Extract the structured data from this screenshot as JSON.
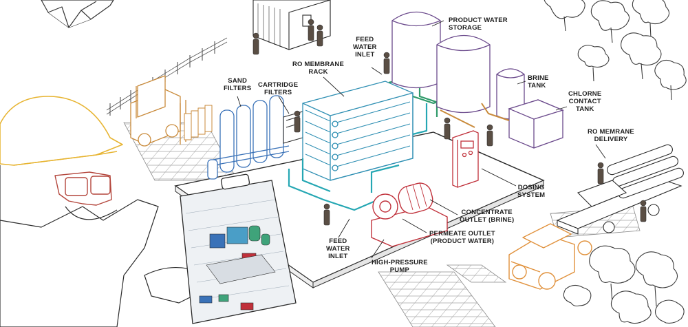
{
  "labels": {
    "product_water_storage": {
      "line1": "PRODUCT WATER",
      "line2": "STORAGE"
    },
    "feed_water_inlet_top": {
      "line1": "FEED",
      "line2": "WATER",
      "line3": "INLET"
    },
    "ro_membrane_rack": {
      "line1": "RO MEMBRANE",
      "line2": "RACK"
    },
    "sand_filters": {
      "line1": "SAND",
      "line2": "FILTERS"
    },
    "cartridge_filters": {
      "line1": "CARTRIDGE",
      "line2": "FILTERS"
    },
    "brine_tank": {
      "line1": "BRINE",
      "line2": "TANK"
    },
    "chlorine_contact_tank": {
      "line1": "CHLORNE",
      "line2": "CONTACT",
      "line3": "TANK"
    },
    "ro_membrane_delivery": {
      "line1": "RO MEMRANE",
      "line2": "DELIVERY"
    },
    "dosing_system": {
      "line1": "DOSING",
      "line2": "SYSTEM"
    },
    "concentrate_outlet": {
      "line1": "CONCENTRATE",
      "line2": "OUTLET (BRINE)"
    },
    "permeate_outlet": {
      "line1": "PERMEATE OUTLET",
      "line2": "(PRODUCT WATER)"
    },
    "feed_water_inlet_bottom": {
      "line1": "FEED",
      "line2": "WATER",
      "line3": "INLET"
    },
    "high_pressure_pump": {
      "line1": "HIGH-PRESSURE",
      "line2": "PUMP"
    }
  },
  "colors": {
    "outline": "#2b2b2b",
    "sand_filters": "#3a72b8",
    "ro_rack": "#2e8fb3",
    "pipes_cyan": "#25a7b3",
    "pipes_green": "#2f9a6a",
    "storage_tanks": "#6b4a8c",
    "pump": "#c0303a",
    "forklift": "#c98a3a",
    "truck": "#e0903a",
    "hardhat": "#e7b431",
    "worker_face": "#b3453b",
    "figure_fill": "#5a4e44"
  }
}
